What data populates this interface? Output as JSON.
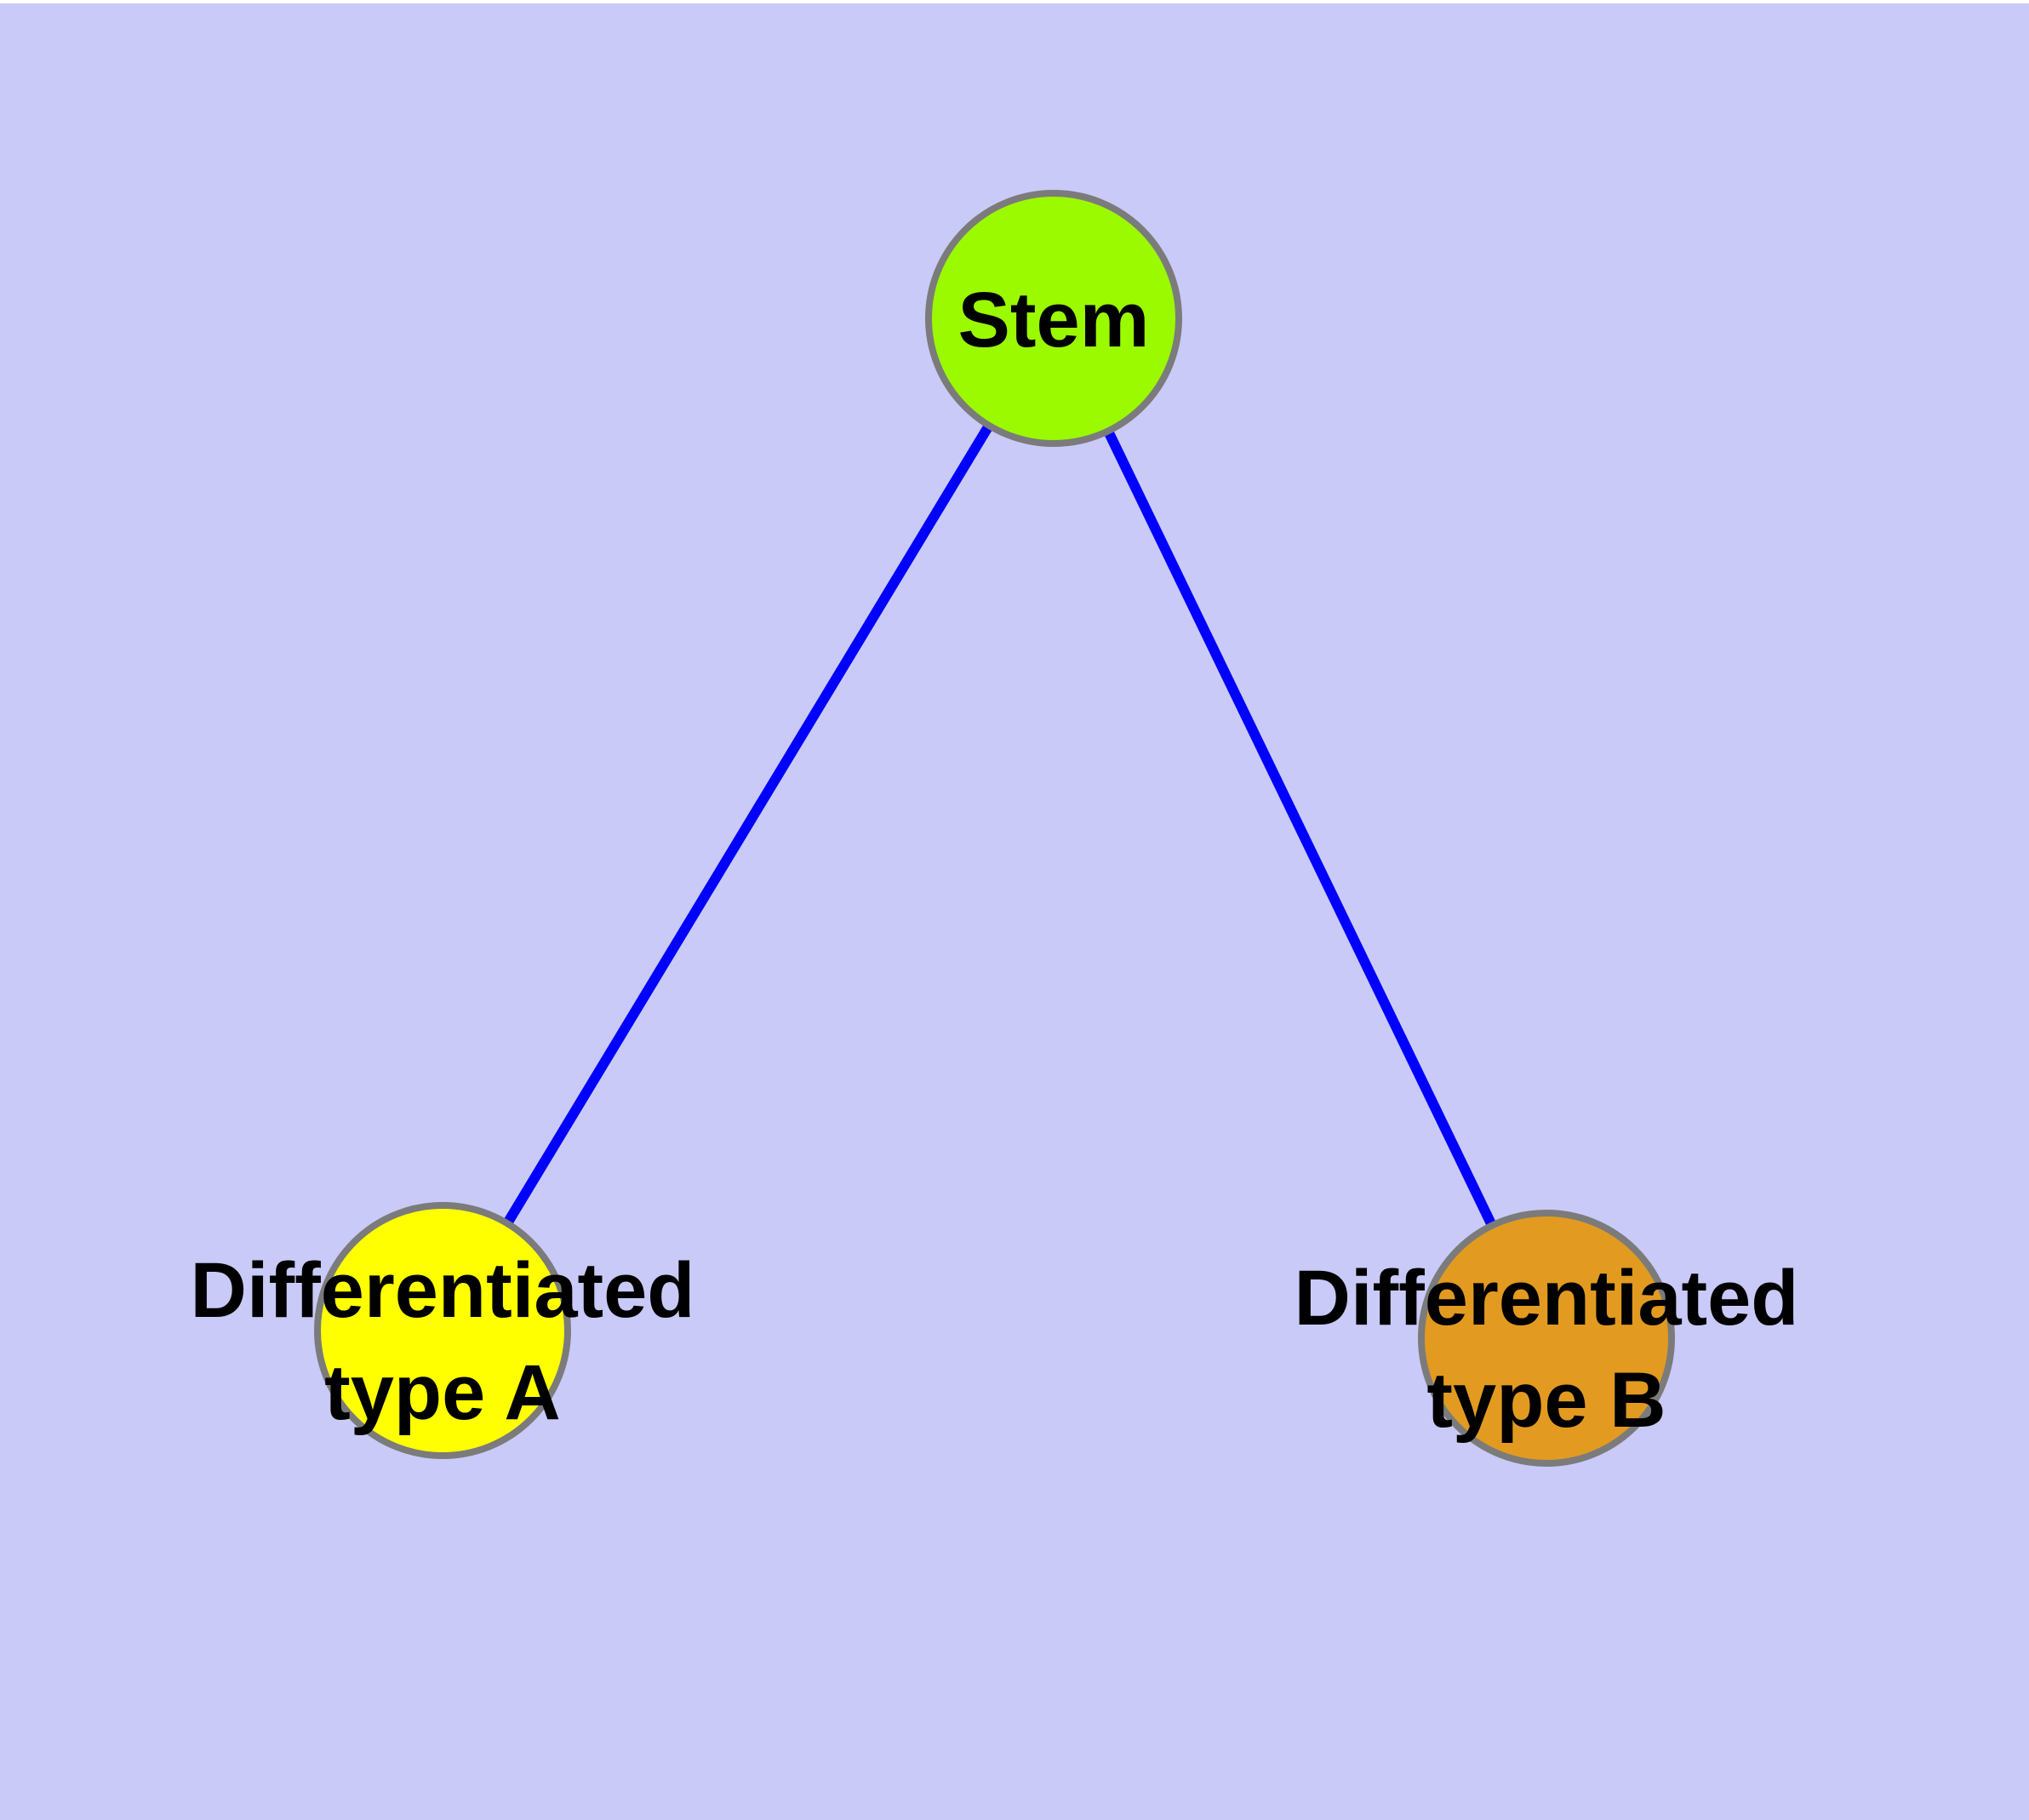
{
  "diagram": {
    "background_color": "#CACAF8",
    "top_margin_color": "#FFFFFF",
    "edge_color": "#0000FF",
    "node_border_color": "#7B7B7B",
    "label_color": "#000000",
    "nodes": {
      "stem": {
        "label": "Stem",
        "fill_color": "#9BF900"
      },
      "type_a": {
        "label_line1": "Differentiated",
        "label_line2": "type A",
        "fill_color": "#FFFF00"
      },
      "type_b": {
        "label_line1": "Differentiated",
        "label_line2": "type B",
        "fill_color": "#E29B20"
      }
    },
    "edges": [
      {
        "from": "Stem",
        "to": "Differentiated type A"
      },
      {
        "from": "Stem",
        "to": "Differentiated type B"
      }
    ]
  }
}
